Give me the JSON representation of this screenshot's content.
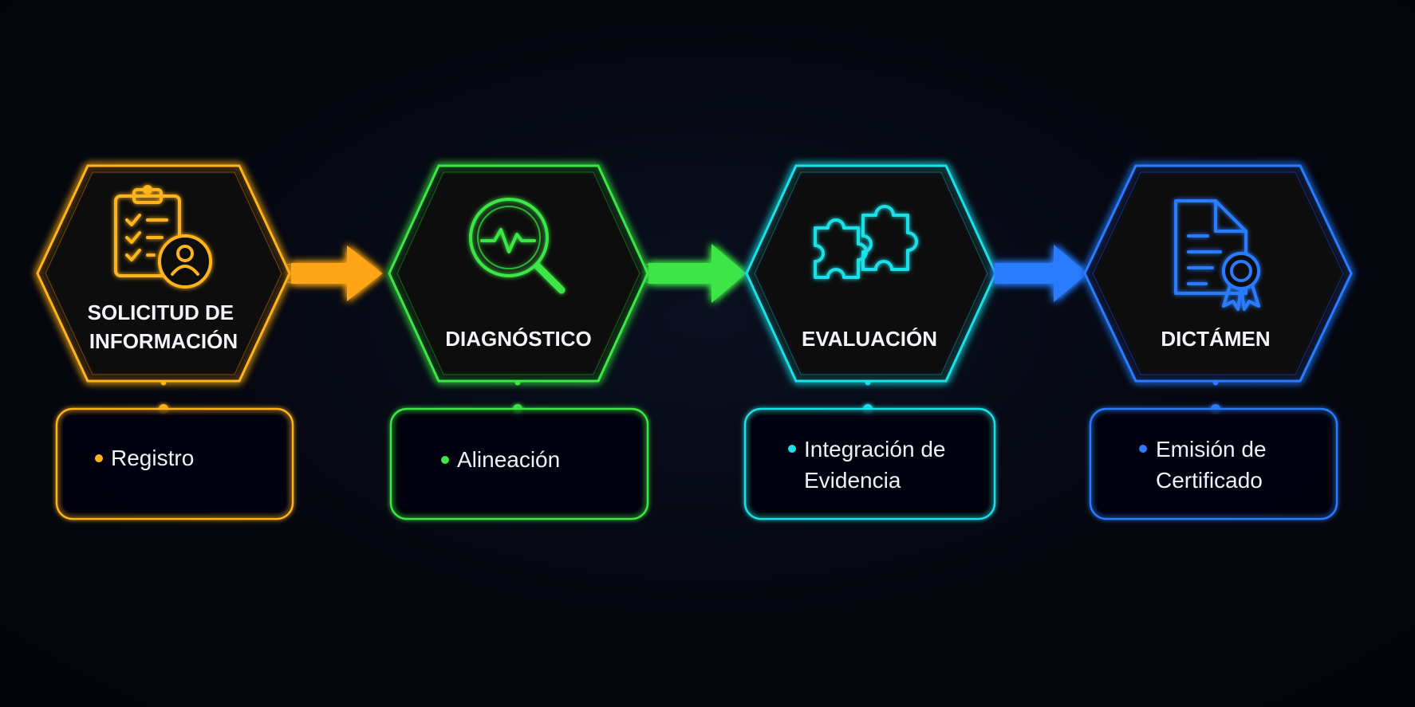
{
  "steps": [
    {
      "title_lines": [
        "SOLICITUD DE",
        "INFORMACIÓN"
      ],
      "detail_lines": [
        "Registro"
      ],
      "color": "#ffb31f",
      "icon": "clipboard-user-icon"
    },
    {
      "title_lines": [
        "DIAGNÓSTICO"
      ],
      "detail_lines": [
        "Alineación"
      ],
      "color": "#3ee646",
      "icon": "magnifier-pulse-icon"
    },
    {
      "title_lines": [
        "EVALUACIÓN"
      ],
      "detail_lines": [
        "Integración de",
        "Evidencia"
      ],
      "color": "#1fe0e8",
      "icon": "puzzle-icon"
    },
    {
      "title_lines": [
        "DICTÁMEN"
      ],
      "detail_lines": [
        "Emisión de",
        "Certificado"
      ],
      "color": "#2a7bff",
      "icon": "certificate-document-icon"
    }
  ],
  "arrows": [
    {
      "color": "#ffa514"
    },
    {
      "color": "#3ee646"
    },
    {
      "color": "#2a7bff"
    }
  ]
}
